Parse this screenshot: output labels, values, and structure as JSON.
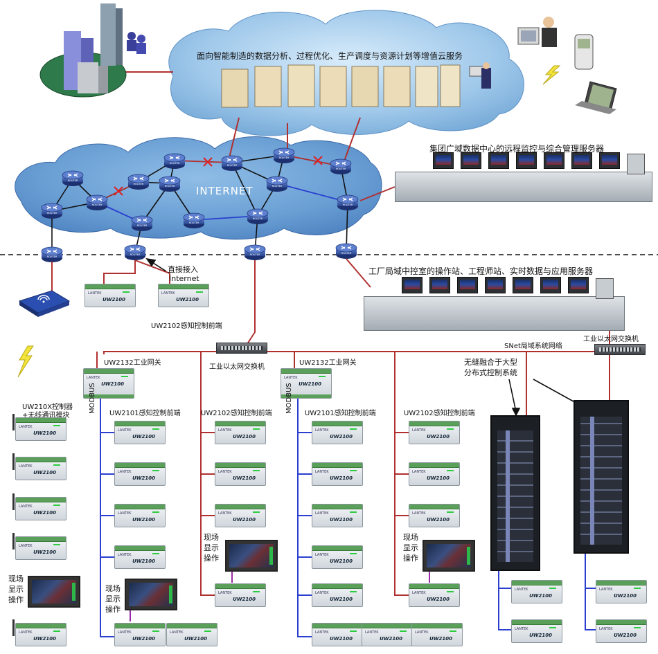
{
  "cloud_services": {
    "title": "面向智能制造的数据分析、过程优化、生产调度与资源计划等增值云服务"
  },
  "internet": {
    "label": "INTERNET",
    "router_label": "ROUTER"
  },
  "remote_center": {
    "title": "集团广域数据中心的远程监控与综合管理服务器"
  },
  "direct_access": {
    "line1": "直接接入",
    "line2": "Internet"
  },
  "plant_control_room": {
    "title": "工厂局域中控室的操作站、工程师站、实时数据与应用服务器"
  },
  "snet": {
    "label": "SNet局域系统网络"
  },
  "switches": {
    "industrial_switch": "工业以太网交换机"
  },
  "perception_front_end": {
    "uw2102_top": "UW2102感知控制前端"
  },
  "controllers": {
    "model": "UW2100",
    "brand": "LANTEK"
  },
  "left_column": {
    "title_line1": "UW210X控制器",
    "title_line2": "+无线通讯模块"
  },
  "gateway_group_1": {
    "gateway": "UW2132工业网关",
    "modbus": "MODBUS",
    "uw2101": "UW2101感知控制前端",
    "uw2102": "UW2102感知控制前端"
  },
  "gateway_group_2": {
    "gateway": "UW2132工业网关",
    "modbus": "MODBUS",
    "uw2101": "UW2101感知控制前端",
    "uw2102": "UW2102感知控制前端"
  },
  "onsite_display": {
    "line1": "现场",
    "line2": "显示",
    "line3": "操作"
  },
  "dcs": {
    "line1": "无缝融合于大型",
    "line2": "分布式控制系统"
  },
  "colors": {
    "cloud_fill": "#9fc8ea",
    "link_red": "#b03030",
    "link_blue": "#2a3fd0",
    "link_black": "#111111",
    "cut_mark": "#e02020",
    "controller_green": "#5aa05a",
    "router_blue": "#3c5aa8"
  }
}
